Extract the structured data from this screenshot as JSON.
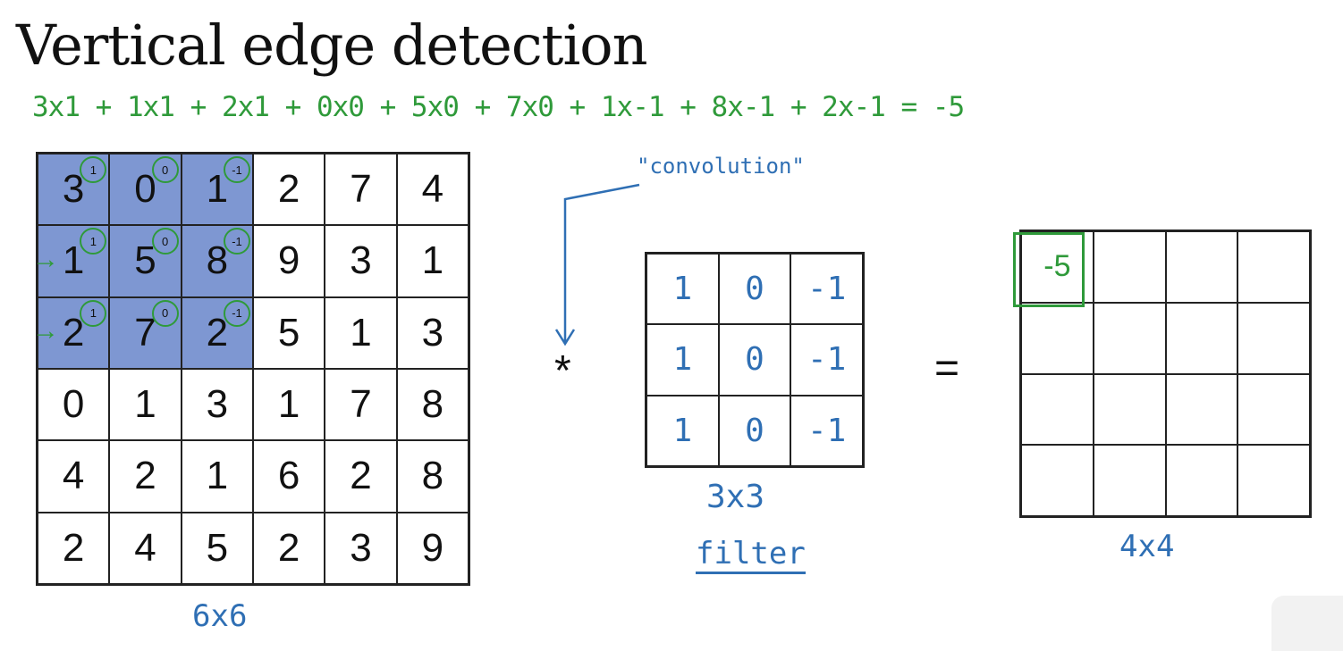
{
  "title": "Vertical edge detection",
  "equation": "3x1 + 1x1 + 2x1 + 0x0 + 5x0 + 7x0 + 1x-1 + 8x-1 + 2x-1 = -5",
  "input": {
    "label": "6x6",
    "rows": [
      [
        3,
        0,
        1,
        2,
        7,
        4
      ],
      [
        1,
        5,
        8,
        9,
        3,
        1
      ],
      [
        2,
        7,
        2,
        5,
        1,
        3
      ],
      [
        0,
        1,
        3,
        1,
        7,
        8
      ],
      [
        4,
        2,
        1,
        6,
        2,
        8
      ],
      [
        2,
        4,
        5,
        2,
        3,
        9
      ]
    ]
  },
  "operator": "*",
  "convolution_note": "\"convolution\"",
  "filter": {
    "label_size": "3x3",
    "label": "filter",
    "rows": [
      [
        "1",
        "0",
        "-1"
      ],
      [
        "1",
        "0",
        "-1"
      ],
      [
        "1",
        "0",
        "-1"
      ]
    ]
  },
  "equals": "=",
  "output": {
    "label": "4x4",
    "first_value": "-5"
  },
  "colors": {
    "highlight": "#7e97d2",
    "annotation_green": "#2f9a3a",
    "annotation_blue": "#2f6fb4"
  }
}
